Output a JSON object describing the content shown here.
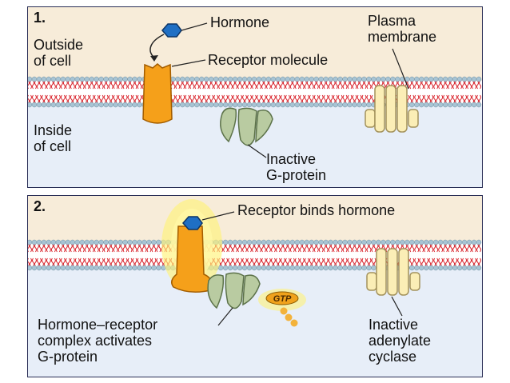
{
  "panel1": {
    "number": "1.",
    "outside_label": [
      "Outside",
      "of cell"
    ],
    "inside_label": [
      "Inside",
      "of cell"
    ],
    "hormone_label": "Hormone",
    "receptor_label": "Receptor molecule",
    "plasma_label": [
      "Plasma",
      "membrane"
    ],
    "gprotein_label": [
      "Inactive",
      "G-protein"
    ]
  },
  "panel2": {
    "number": "2.",
    "binds_label": "Receptor binds hormone",
    "complex_label": [
      "Hormone–receptor",
      "complex activates",
      "G-protein"
    ],
    "cyclase_label": [
      "Inactive",
      "adenylate",
      "cyclase"
    ],
    "gtp_label": "GTP"
  },
  "colors": {
    "receptor": "#f5a01a",
    "hormone": "#1f6fc4",
    "g_protein": "#b9cba1",
    "cyclase": "#fbeeb6",
    "lipid_tail": "#d9262e",
    "lipid_head": "#a7c4d4"
  }
}
